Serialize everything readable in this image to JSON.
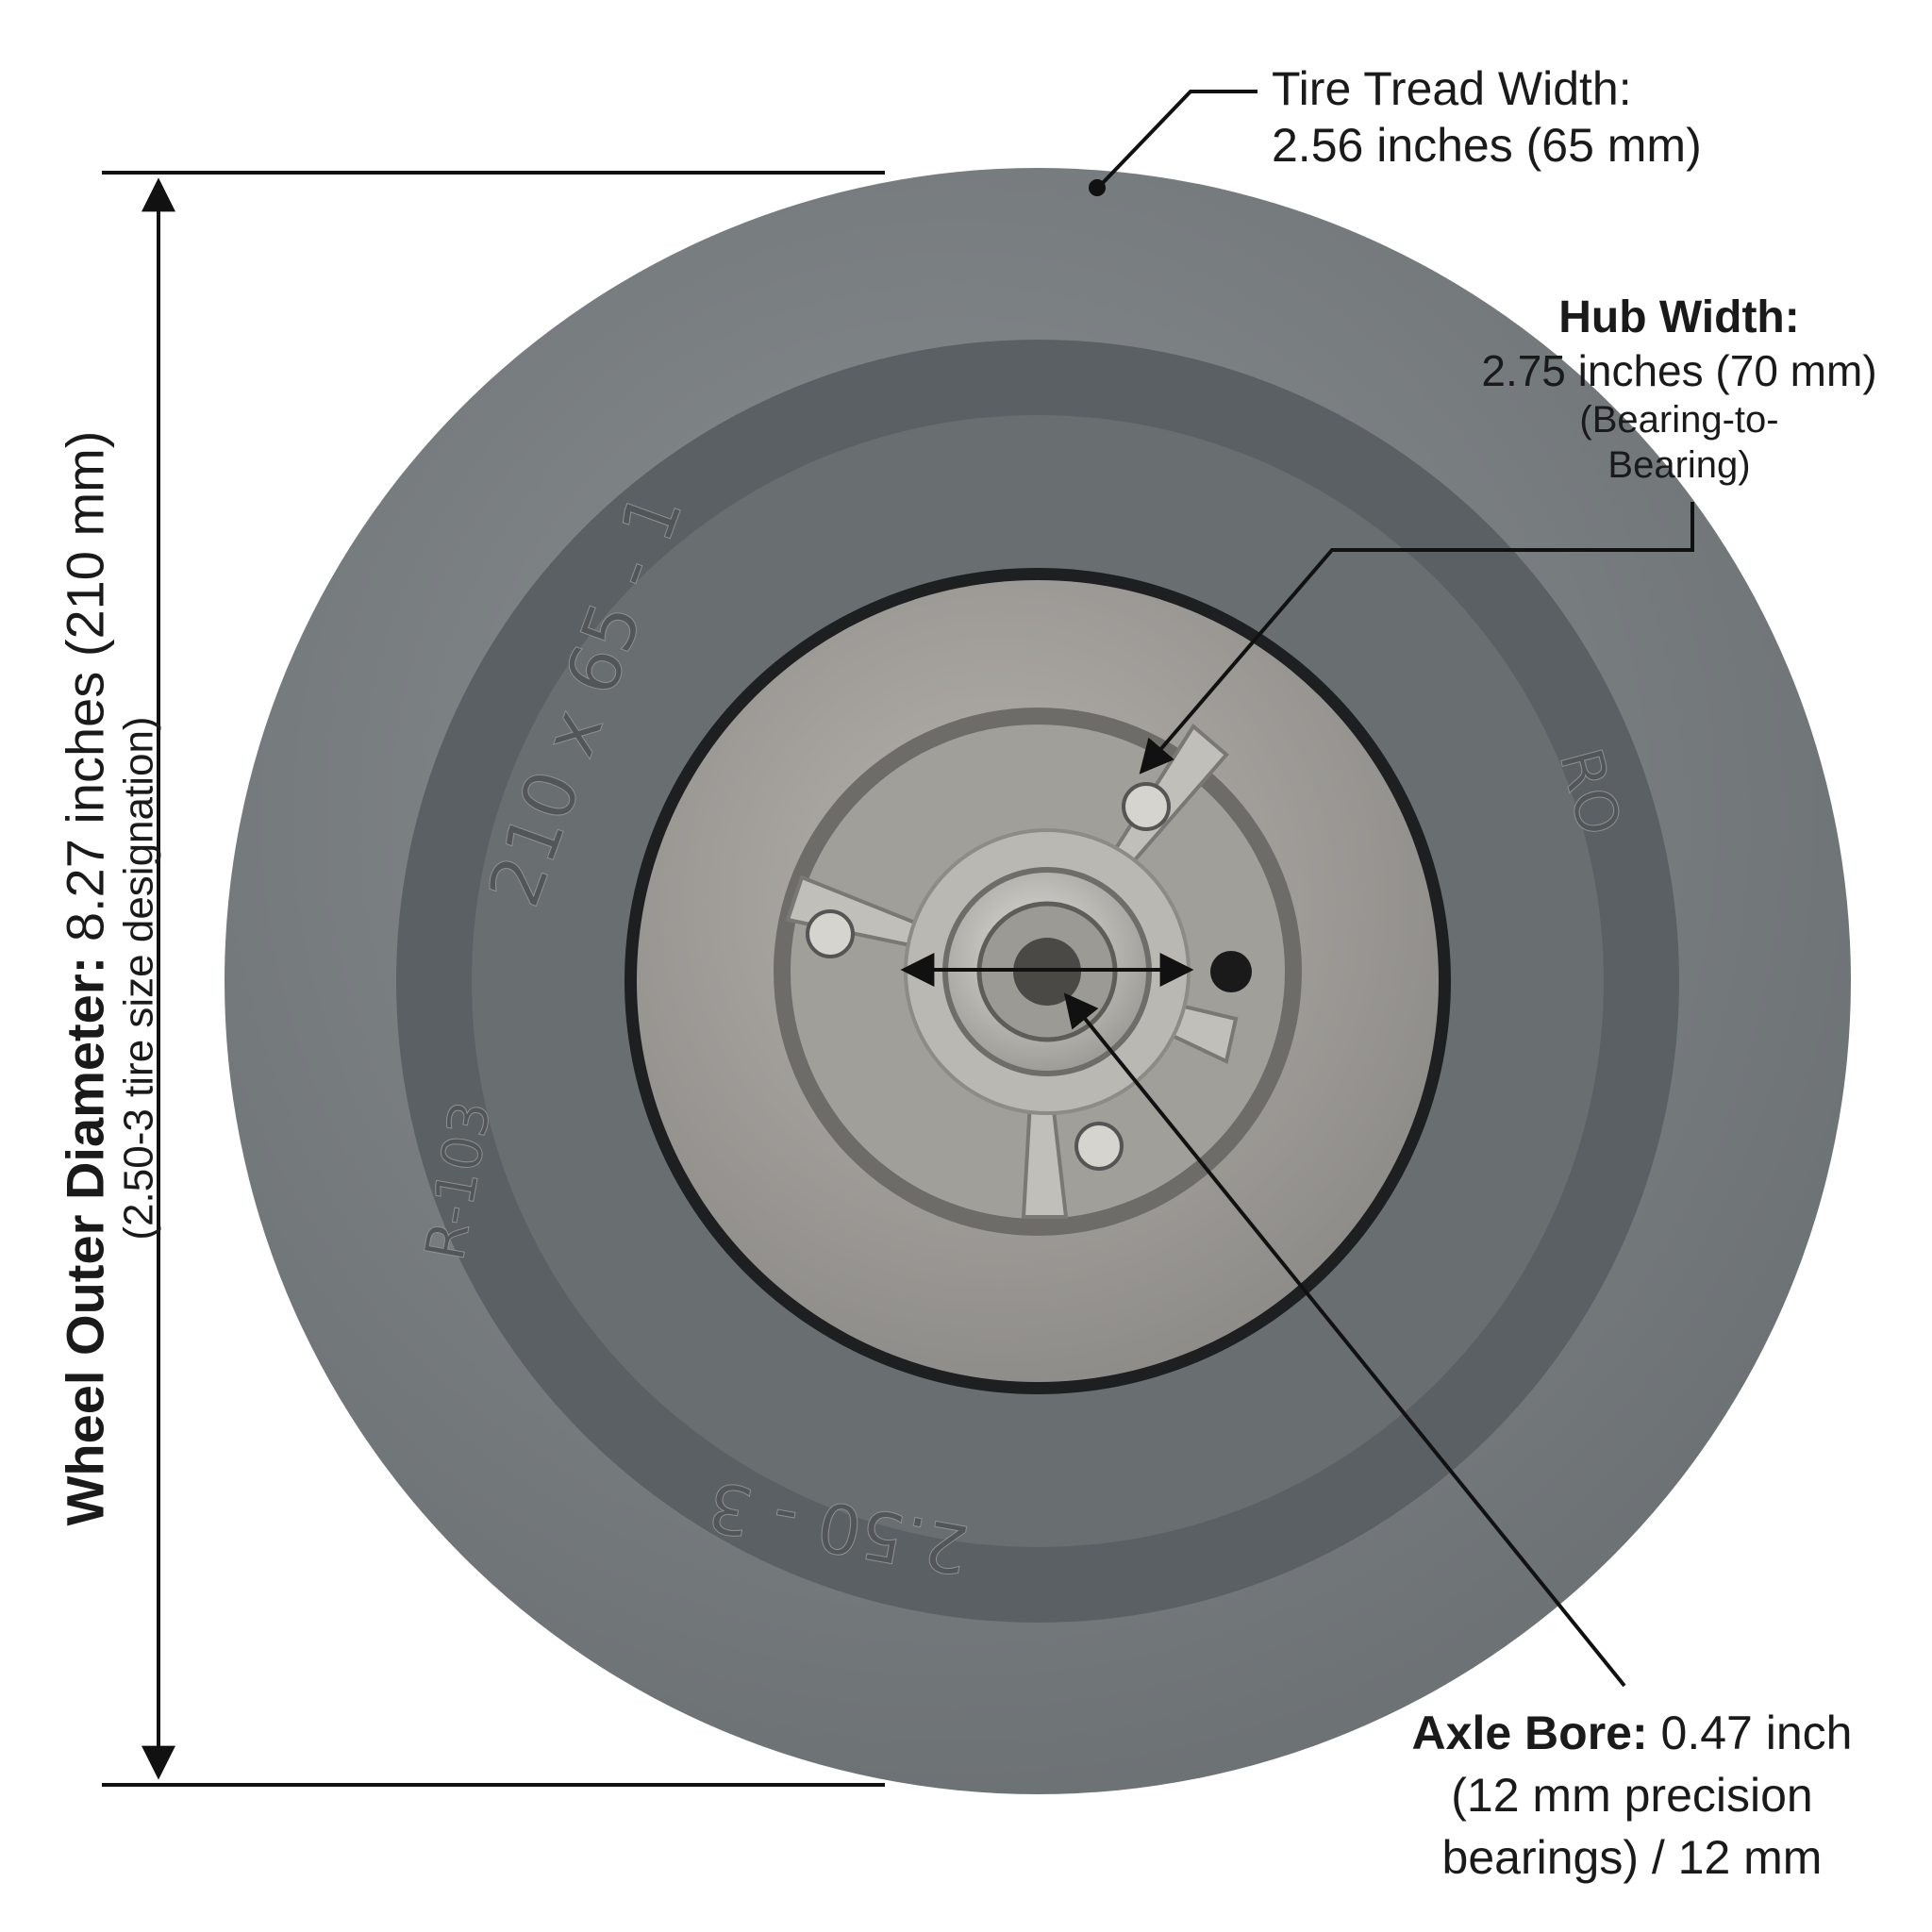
{
  "colors": {
    "background": "#ffffff",
    "ink": "#1a1a1a",
    "tire_outer": "#7d8285",
    "tire_band": "#5b6064",
    "rim": "#9b9996",
    "hub_metal": "#aeaba6",
    "bearing": "#c9c7c2"
  },
  "callouts": {
    "tread": {
      "title": "Tire Tread Width:",
      "value": "2.56 inches (65 mm)"
    },
    "hub": {
      "title": "Hub Width:",
      "value": "2.75 inches (70 mm)",
      "note_line1": "(Bearing-to-",
      "note_line2": "Bearing)"
    },
    "bore": {
      "title": "Axle Bore:",
      "value": "0.47 inch",
      "line2": "(12 mm precision",
      "line3": "bearings) / 12 mm"
    },
    "diameter": {
      "title": "Wheel Outer Diameter:",
      "value": "8.27 inches (210 mm)",
      "note": "(2.50-3 tire size designation)"
    }
  },
  "tire_markings": {
    "size": "210 x 65 - 1",
    "model": "R-103",
    "designation": "2.50 - 3",
    "brand_partial": "RO"
  },
  "icons": [
    "arrow-icon",
    "wheel-illustration"
  ]
}
